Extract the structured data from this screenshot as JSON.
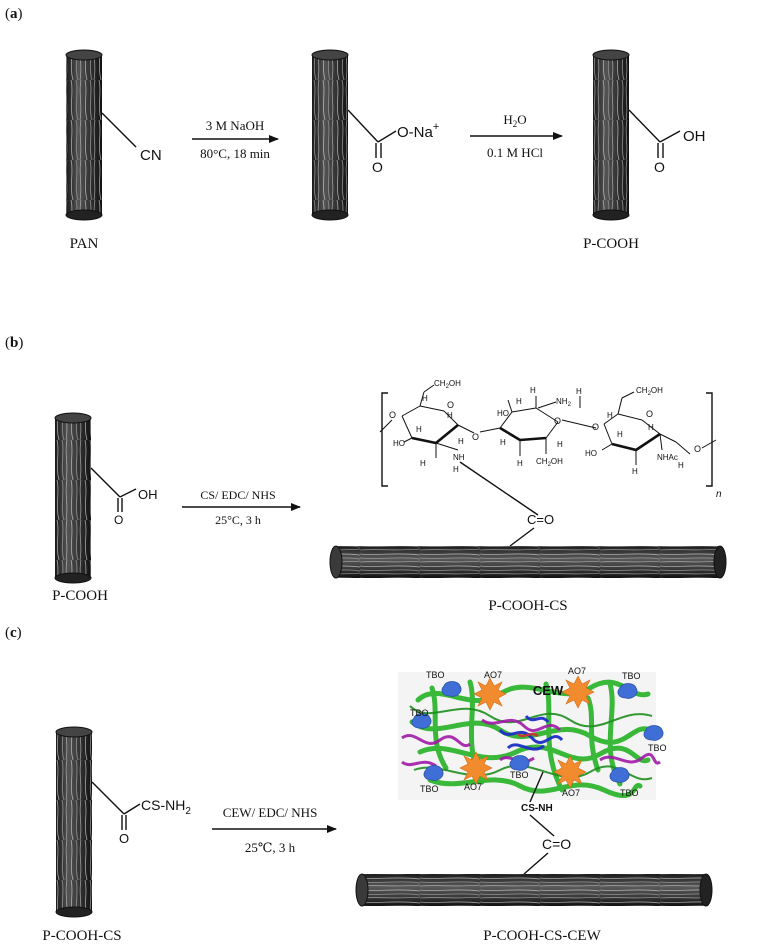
{
  "panel_a": {
    "label_open": "(",
    "label_letter": "a",
    "label_close": ")",
    "cn_group": "CN",
    "arrow1_top": "3 M NaOH",
    "arrow1_bottom": "80°C, 18 min",
    "salt_o": "O",
    "salt_group": "O-Na",
    "salt_sup": "+",
    "arrow2_top_h": "H",
    "arrow2_top_sub": "2",
    "arrow2_top_o": "O",
    "arrow2_bottom": "0.1 M HCl",
    "acid_o": "O",
    "acid_oh": "OH",
    "pan_label": "PAN",
    "pcooh_label": "P-COOH"
  },
  "panel_b": {
    "label_open": "(",
    "label_letter": "b",
    "label_close": ")",
    "acid_o": "O",
    "acid_oh": "OH",
    "arrow_top": "CS/ EDC/ NHS",
    "arrow_bottom": "25°C, 3 h",
    "carbonyl": "C=O",
    "left_label": "P-COOH",
    "right_label": "P-COOH-CS",
    "chitosan": {
      "H": "H",
      "HO": "HO",
      "O": "O",
      "CH2OH": "CH",
      "CH2OH_sub": "2",
      "CH2OH_tail": "OH",
      "NH": "NH",
      "NH2": "NH",
      "NH2_sub": "2",
      "NHAc": "NHAc",
      "n": "n"
    }
  },
  "panel_c": {
    "label_open": "(",
    "label_letter": "c",
    "label_close": ")",
    "amide_o": "O",
    "amide_group": "CS-NH",
    "amide_sub": "2",
    "arrow_top": "CEW/ EDC/ NHS",
    "arrow_bottom": "25℃, 3 h",
    "cs_nh": "CS-NH",
    "carbonyl": "C=O",
    "left_label": "P-COOH-CS",
    "right_label": "P-COOH-CS-CEW",
    "protein": {
      "title": "CEW",
      "tbo": "TBO",
      "ao7": "AO7"
    }
  },
  "colors": {
    "protein_green": "#2fb52f",
    "protein_purple": "#a21aa8",
    "protein_blue": "#1e2fc8",
    "tbo_blue": "#3f6fd6",
    "ao7_orange": "#f28a2e",
    "fiber_dark": "#2a2a2a"
  }
}
